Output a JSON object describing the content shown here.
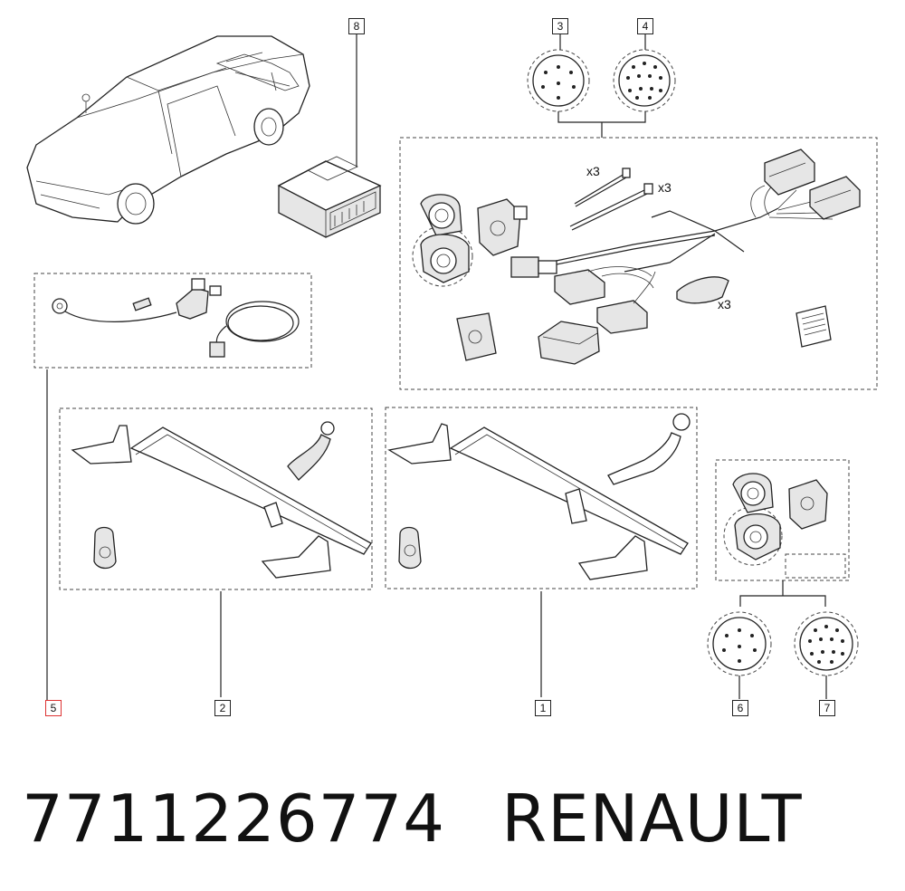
{
  "callouts": {
    "c1": "1",
    "c2": "2",
    "c3": "3",
    "c4": "4",
    "c5": "5",
    "c6": "6",
    "c7": "7",
    "c8": "8"
  },
  "quantity_labels": {
    "ties_a": "x3",
    "ties_b": "x3",
    "pads": "x3"
  },
  "footer": {
    "part_number": "7711226774",
    "brand": "RENAULT"
  },
  "colors": {
    "line": "#222222",
    "highlight": "#dd3333"
  }
}
